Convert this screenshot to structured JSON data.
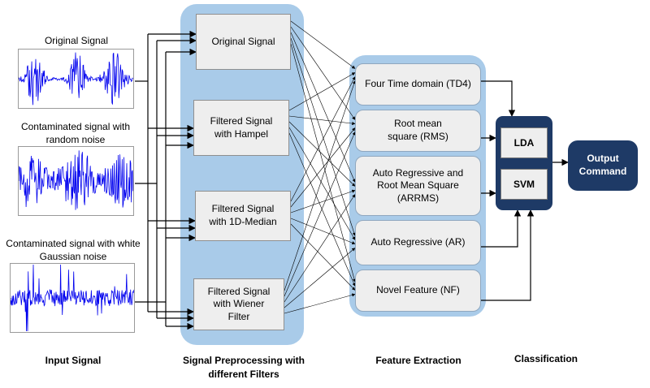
{
  "signals": [
    {
      "title": "Original Signal"
    },
    {
      "title": "Contaminated signal with random noise"
    },
    {
      "title": "Contaminated signal with white Gaussian noise"
    }
  ],
  "filters": [
    {
      "label": "Original Signal"
    },
    {
      "label": "Filtered Signal with Hampel"
    },
    {
      "label": "Filtered Signal with 1D-Median"
    },
    {
      "label": "Filtered Signal with Wiener Filter"
    }
  ],
  "features": [
    {
      "label": "Four Time domain (TD4)"
    },
    {
      "label": "Root mean square (RMS)"
    },
    {
      "label": "Auto Regressive and Root Mean Square (ARRMS)"
    },
    {
      "label": "Auto Regressive (AR)"
    },
    {
      "label": "Novel Feature (NF)"
    }
  ],
  "classifiers": [
    {
      "label": "LDA"
    },
    {
      "label": "SVM"
    }
  ],
  "output": {
    "label": "Output Command"
  },
  "captions": {
    "input": "Input Signal",
    "preprocessing": "Signal Preprocessing with different Filters",
    "features": "Feature Extraction",
    "classification": "Classification"
  },
  "colors": {
    "panel": "#a9cbe9",
    "classifier": "#1e3a66",
    "signal": "#0000ee"
  }
}
